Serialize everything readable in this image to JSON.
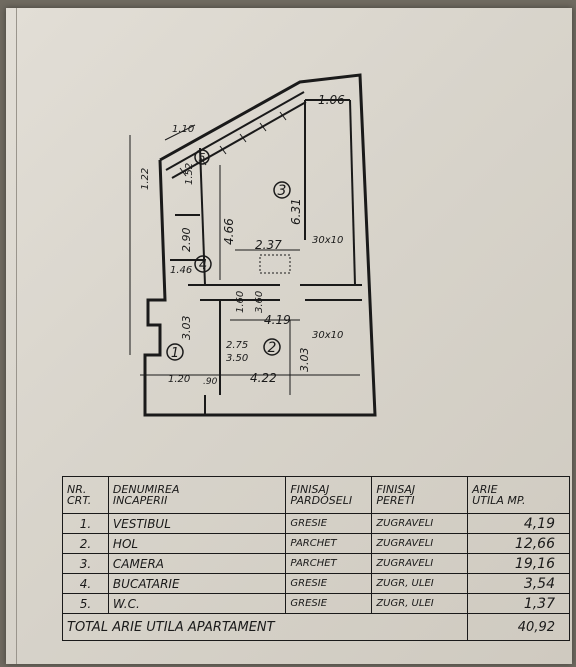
{
  "plan": {
    "room_numbers": [
      "1",
      "2",
      "3",
      "4",
      "5"
    ],
    "dimensions": [
      "1.06",
      "1.10",
      "1.22",
      "1.52",
      "6.31",
      "4.66",
      "2.90",
      "2.37",
      "30x10",
      "1.46",
      "1.60",
      "3.60",
      "4.19",
      "30x10",
      "3.03",
      "2.75",
      "3.50",
      "3.03",
      "1.20",
      "4.22",
      ".90"
    ]
  },
  "table": {
    "headers": {
      "nr": [
        "NR.",
        "CRT."
      ],
      "name": [
        "DENUMIREA",
        "INCAPERII"
      ],
      "floor": [
        "FINISAJ",
        "PARDOSELI"
      ],
      "walls": [
        "FINISAJ",
        "PERETI"
      ],
      "area": [
        "ARIE",
        "UTILA MP."
      ]
    },
    "rows": [
      {
        "nr": "1.",
        "name": "VESTIBUL",
        "floor": "GRESIE",
        "walls": "ZUGRAVELI",
        "area": "4,19"
      },
      {
        "nr": "2.",
        "name": "HOL",
        "floor": "PARCHET",
        "walls": "ZUGRAVELI",
        "area": "12,66"
      },
      {
        "nr": "3.",
        "name": "CAMERA",
        "floor": "PARCHET",
        "walls": "ZUGRAVELI",
        "area": "19,16"
      },
      {
        "nr": "4.",
        "name": "BUCATARIE",
        "floor": "GRESIE",
        "walls": "ZUGR, ULEI",
        "area": "3,54"
      },
      {
        "nr": "5.",
        "name": "W.C.",
        "floor": "GRESIE",
        "walls": "ZUGR, ULEI",
        "area": "1,37"
      }
    ],
    "total": {
      "label": "TOTAL ARIE UTILA APARTAMENT",
      "value": "40,92"
    }
  }
}
